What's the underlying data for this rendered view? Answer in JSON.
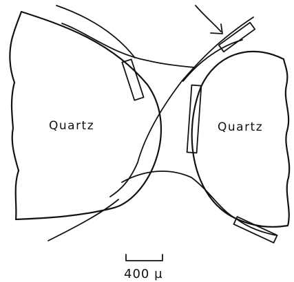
{
  "labels": {
    "grain_left": "Quartz",
    "grain_right": "Quartz",
    "scale_bar": "400 µ"
  },
  "colors": {
    "ink": "#111111",
    "background": "#ffffff"
  }
}
